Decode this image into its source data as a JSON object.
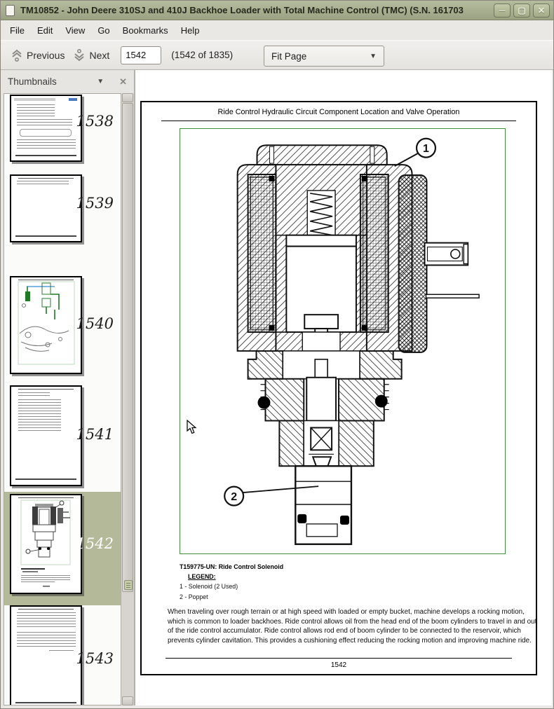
{
  "window": {
    "title": "TM10852 - John Deere 310SJ and 410J Backhoe Loader with Total Machine Control (TMC) (S.N. 161703",
    "controls": [
      {
        "name": "minimize",
        "glyph": "─"
      },
      {
        "name": "maximize",
        "glyph": "▢"
      },
      {
        "name": "close",
        "glyph": "✕"
      }
    ]
  },
  "menu": {
    "items": [
      "File",
      "Edit",
      "View",
      "Go",
      "Bookmarks",
      "Help"
    ]
  },
  "toolbar": {
    "previous_label": "Previous",
    "next_label": "Next",
    "page_input": "1542",
    "page_count": "(1542 of 1835)",
    "zoom_mode": "Fit Page",
    "combo_arrow": "▼"
  },
  "sidebar": {
    "title": "Thumbnails",
    "header_arrow": "▼",
    "header_close": "✕",
    "thumbnails": [
      {
        "number": "1538"
      },
      {
        "number": "1539"
      },
      {
        "number": "1540"
      },
      {
        "number": "1541"
      },
      {
        "number": "1542"
      },
      {
        "number": "1543"
      }
    ]
  },
  "document": {
    "header": "Ride Control Hydraulic Circuit Component Location and Valve Operation",
    "figure": {
      "callout1": "1",
      "callout2": "2"
    },
    "caption": {
      "id_line": "T159775-UN: Ride Control Solenoid",
      "legend_label": "LEGEND:",
      "items": [
        "1 - Solenoid (2 Used)",
        "2 - Poppet"
      ]
    },
    "body_text": "When traveling over rough terrain or at high speed with loaded or empty bucket, machine develops a rocking motion, which is common to loader backhoes. Ride control allows oil from the head end of the boom cylinders to travel in and out of the ride control accumulator. Ride control allows rod end of boom cylinder to be connected to the reservoir, which prevents cylinder cavitation. This provides a cushioning effect reducing the rocking motion and improving machine ride.",
    "page_number": "1542"
  },
  "colors": {
    "titlebar": "#a8b091",
    "selection": "#b4b999",
    "figure_border": "#3f9140"
  }
}
